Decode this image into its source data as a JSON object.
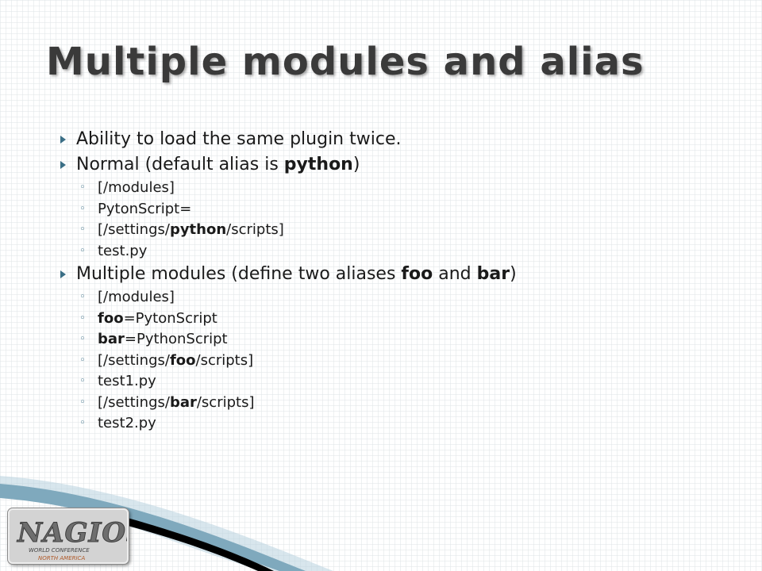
{
  "slide": {
    "title": "Multiple modules and alias",
    "items": [
      {
        "level": 1,
        "segments": [
          {
            "text": "Ability to load the same plugin twice."
          }
        ]
      },
      {
        "level": 1,
        "segments": [
          {
            "text": "Normal (default alias is "
          },
          {
            "text": "python",
            "bold": true
          },
          {
            "text": ")"
          }
        ]
      },
      {
        "level": 2,
        "segments": [
          {
            "text": "[/modules]"
          }
        ]
      },
      {
        "level": 2,
        "segments": [
          {
            "text": "PytonScript="
          }
        ]
      },
      {
        "level": 2,
        "segments": [
          {
            "text": "[/settings/"
          },
          {
            "text": "python",
            "bold": true
          },
          {
            "text": "/scripts]"
          }
        ]
      },
      {
        "level": 2,
        "segments": [
          {
            "text": "test.py"
          }
        ]
      },
      {
        "level": 1,
        "segments": [
          {
            "text": "Multiple modules (define two aliases "
          },
          {
            "text": "foo",
            "bold": true
          },
          {
            "text": " and "
          },
          {
            "text": "bar",
            "bold": true
          },
          {
            "text": ")"
          }
        ]
      },
      {
        "level": 2,
        "segments": [
          {
            "text": "[/modules]"
          }
        ]
      },
      {
        "level": 2,
        "segments": [
          {
            "text": "foo",
            "bold": true
          },
          {
            "text": "=PytonScript"
          }
        ]
      },
      {
        "level": 2,
        "segments": [
          {
            "text": "bar",
            "bold": true
          },
          {
            "text": "=PythonScript"
          }
        ]
      },
      {
        "level": 2,
        "segments": [
          {
            "text": "[/settings/"
          },
          {
            "text": "foo",
            "bold": true
          },
          {
            "text": "/scripts]"
          }
        ]
      },
      {
        "level": 2,
        "segments": [
          {
            "text": "test1.py"
          }
        ]
      },
      {
        "level": 2,
        "segments": [
          {
            "text": "[/settings/"
          },
          {
            "text": "bar",
            "bold": true
          },
          {
            "text": "/scripts]"
          }
        ]
      },
      {
        "level": 2,
        "segments": [
          {
            "text": "test2.py"
          }
        ]
      }
    ]
  },
  "logo": {
    "name": "NAGIOS",
    "line1": "WORLD CONFERENCE",
    "line2": "NORTH AMERICA"
  },
  "colors": {
    "bullet": "#3b6f86",
    "title": "#3a3a3a",
    "text": "#1a1a1a",
    "swoosh": "#7fa9bd"
  },
  "icons": {
    "level1_bullet": "triangle-right-icon",
    "level2_bullet": "hollow-circle-icon"
  }
}
